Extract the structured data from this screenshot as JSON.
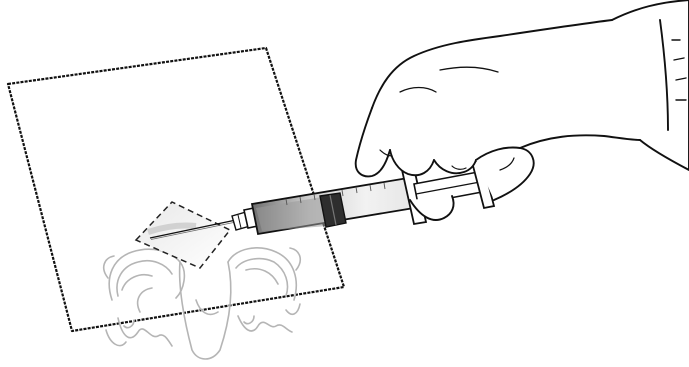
{
  "colors": {
    "background": "#ffffff",
    "ink": "#111111",
    "faded_ink": "#b8b8b8",
    "barrel_fill": "#d9d9d9",
    "barrel_shade": "#8a8a8a",
    "plunger_dark": "#333333",
    "glove_fill": "#ffffff"
  },
  "icons": {
    "sheet": "sterile-sheet",
    "syringe": "syringe-icon",
    "needle": "needle-icon",
    "hand": "gloved-hand",
    "target": "injection-target-marker",
    "anatomy": "faded-anatomy-outline"
  }
}
